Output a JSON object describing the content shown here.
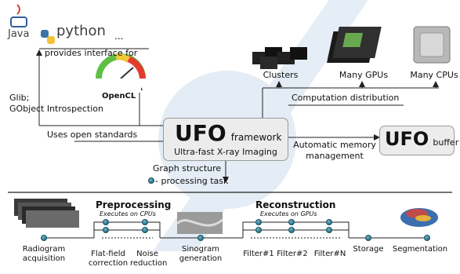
{
  "top": {
    "java": "Java",
    "python": "python",
    "ellipsis": "...",
    "provides_interface": "provides interface for",
    "opencl": "OpenCL",
    "glib_line1": "Glib;",
    "glib_line2": "GObject Introspection",
    "uses_open_standards": "Uses open standards",
    "clusters": "Clusters",
    "many_gpus": "Many GPUs",
    "many_cpus": "Many CPUs",
    "computation_distribution": "Computation distribution"
  },
  "framework": {
    "ufo": "UFO",
    "framework_word": "framework",
    "subtitle": "Ultra-fast X-ray Imaging"
  },
  "memory": {
    "line1": "Automatic memory",
    "line2": "management"
  },
  "buffer": {
    "ufo": "UFO",
    "buffer_word": "buffer"
  },
  "graph": {
    "line1": "Graph structure",
    "line2": "- processing task"
  },
  "pipeline": {
    "preprocessing_title": "Preprocessing",
    "preprocessing_sub": "Executes on CPUs",
    "reconstruction_title": "Reconstruction",
    "reconstruction_sub": "Executes on GPUs",
    "radiogram_1": "Radiogram",
    "radiogram_2": "acquisition",
    "flatfield_1": "Flat-field",
    "flatfield_2": "correction",
    "noise_1": "Noise",
    "noise_2": "reduction",
    "sinogram_1": "Sinogram",
    "sinogram_2": "generation",
    "filter1": "Filter#1",
    "filter2": "Filter#2",
    "filterN": "Filter#N",
    "storage": "Storage",
    "segmentation": "Segmentation"
  },
  "colors": {
    "node": "#2f7f96",
    "node_ring": "#1d5566",
    "watermark": "#e2ebf5",
    "box_bg": "#ececec"
  }
}
